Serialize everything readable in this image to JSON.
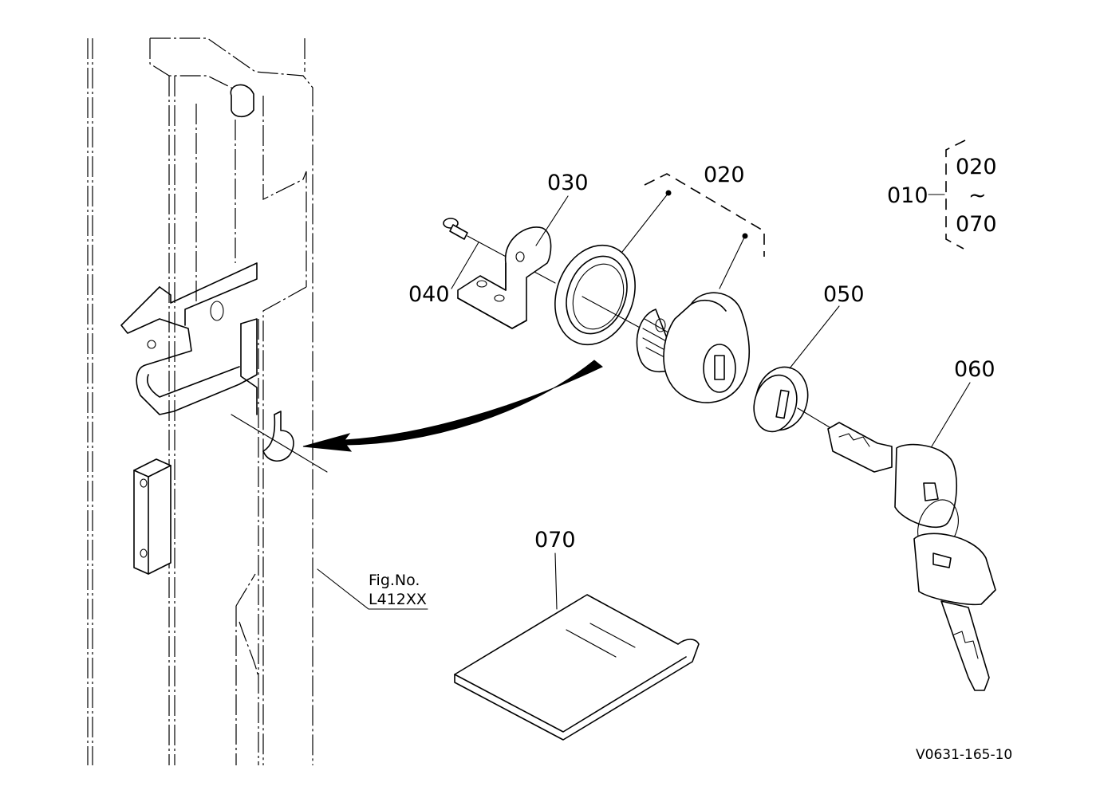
{
  "figure_number_label": "Fig.No.",
  "figure_number": "L412XX",
  "drawing_code": "V0631-165-10",
  "assembly": {
    "number": "010",
    "range_start": "020",
    "range_separator": "~",
    "range_end": "070"
  },
  "parts": [
    {
      "number": "020",
      "item": "lock cylinder"
    },
    {
      "number": "030",
      "item": "bracket"
    },
    {
      "number": "040",
      "item": "screw"
    },
    {
      "number": "050",
      "item": "cap"
    },
    {
      "number": "060",
      "item": "key"
    },
    {
      "number": "070",
      "item": "manual"
    }
  ]
}
